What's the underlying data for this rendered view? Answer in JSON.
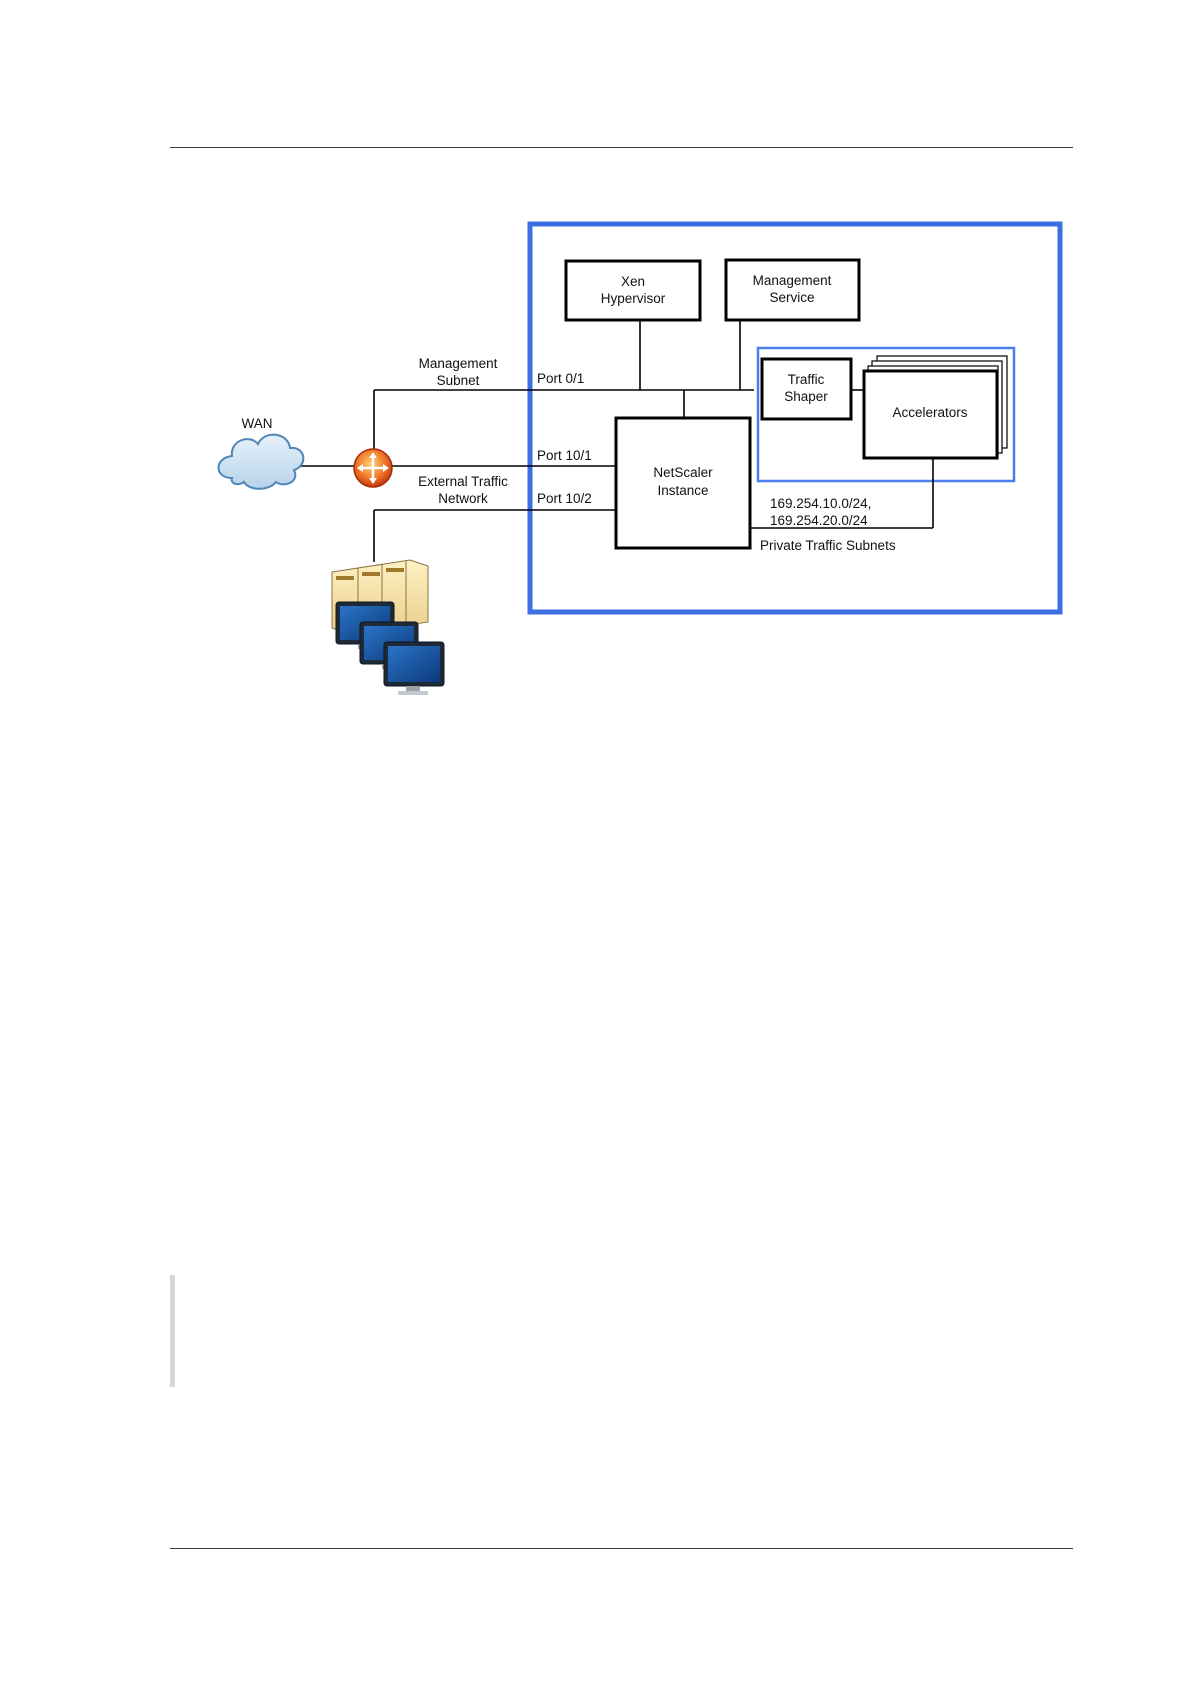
{
  "diagram": {
    "colors": {
      "outer_frame": "#3c6fe0",
      "inner_frame": "#4a7ff0",
      "router": "#e8541e"
    },
    "nodes": {
      "wan": "WAN",
      "xen": [
        "Xen",
        "Hypervisor"
      ],
      "mgmt_service": [
        "Management",
        "Service"
      ],
      "traffic_shaper": [
        "Traffic",
        "Shaper"
      ],
      "accelerators": "Accelerators",
      "netscaler": [
        "NetScaler",
        "Instance"
      ]
    },
    "labels": {
      "management_subnet": [
        "Management",
        "Subnet"
      ],
      "external_network": [
        "External Traffic",
        "Network"
      ],
      "port_mgmt": "Port 0/1",
      "port_10_1": "Port 10/1",
      "port_10_2": "Port 10/2",
      "private_subnets": [
        "169.254.10.0/24,",
        "169.254.20.0/24"
      ],
      "private_subnets_label": "Private Traffic Subnets"
    },
    "icons": [
      "cloud-icon",
      "router-icon",
      "server-workstations-icon"
    ]
  }
}
